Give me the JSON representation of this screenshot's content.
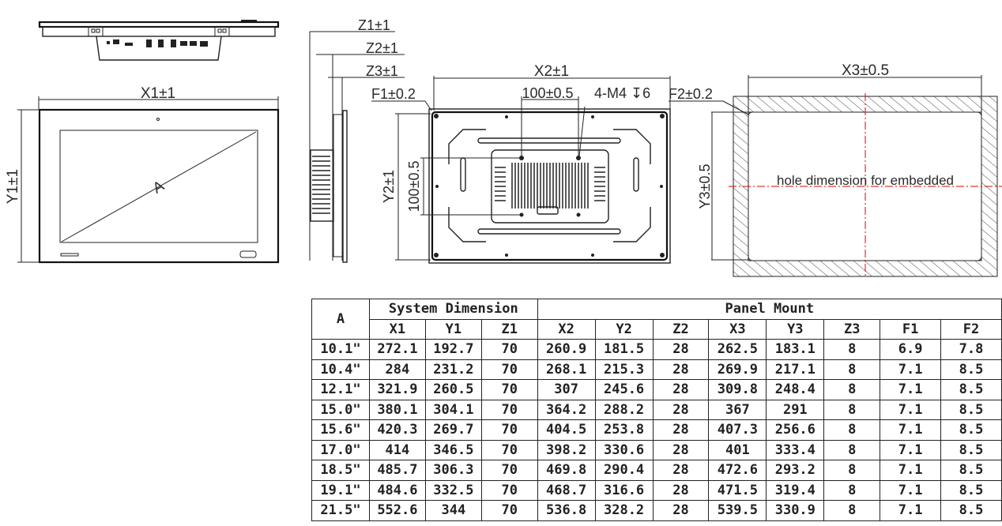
{
  "drawing": {
    "front_view": {
      "width_label": "X1±1",
      "height_label": "Y1±1",
      "diagonal_label": "A"
    },
    "side_view": {
      "labels": [
        "Z1±1",
        "Z2±1",
        "Z3±1"
      ]
    },
    "rear_view": {
      "width_label": "X2±1",
      "height_label": "Y2±1",
      "f1_label": "F1±0.2",
      "vesa_h_label": "100±0.5",
      "vesa_v_label": "100±0.5",
      "screw_label": "4-M4 ↧6"
    },
    "cutout_view": {
      "width_label": "X3±0.5",
      "height_label": "Y3±0.5",
      "f2_label": "F2±0.2",
      "note": "hole dimension for embedded",
      "centerline_color": "#e00000"
    }
  },
  "table": {
    "col_a": "A",
    "group_system": "System Dimension",
    "group_panel": "Panel Mount",
    "columns": [
      "X1",
      "Y1",
      "Z1",
      "X2",
      "Y2",
      "Z2",
      "X3",
      "Y3",
      "Z3",
      "F1",
      "F2"
    ],
    "rows": [
      [
        "10.1\"",
        "272.1",
        "192.7",
        "70",
        "260.9",
        "181.5",
        "28",
        "262.5",
        "183.1",
        "8",
        "6.9",
        "7.8"
      ],
      [
        "10.4\"",
        "284",
        "231.2",
        "70",
        "268.1",
        "215.3",
        "28",
        "269.9",
        "217.1",
        "8",
        "7.1",
        "8.5"
      ],
      [
        "12.1\"",
        "321.9",
        "260.5",
        "70",
        "307",
        "245.6",
        "28",
        "309.8",
        "248.4",
        "8",
        "7.1",
        "8.5"
      ],
      [
        "15.0\"",
        "380.1",
        "304.1",
        "70",
        "364.2",
        "288.2",
        "28",
        "367",
        "291",
        "8",
        "7.1",
        "8.5"
      ],
      [
        "15.6\"",
        "420.3",
        "269.7",
        "70",
        "404.5",
        "253.8",
        "28",
        "407.3",
        "256.6",
        "8",
        "7.1",
        "8.5"
      ],
      [
        "17.0\"",
        "414",
        "346.5",
        "70",
        "398.2",
        "330.6",
        "28",
        "401",
        "333.4",
        "8",
        "7.1",
        "8.5"
      ],
      [
        "18.5\"",
        "485.7",
        "306.3",
        "70",
        "469.8",
        "290.4",
        "28",
        "472.6",
        "293.2",
        "8",
        "7.1",
        "8.5"
      ],
      [
        "19.1\"",
        "484.6",
        "332.5",
        "70",
        "468.7",
        "316.6",
        "28",
        "471.5",
        "319.4",
        "8",
        "7.1",
        "8.5"
      ],
      [
        "21.5\"",
        "552.6",
        "344",
        "70",
        "536.8",
        "328.2",
        "28",
        "539.5",
        "330.9",
        "8",
        "7.1",
        "8.5"
      ]
    ]
  }
}
